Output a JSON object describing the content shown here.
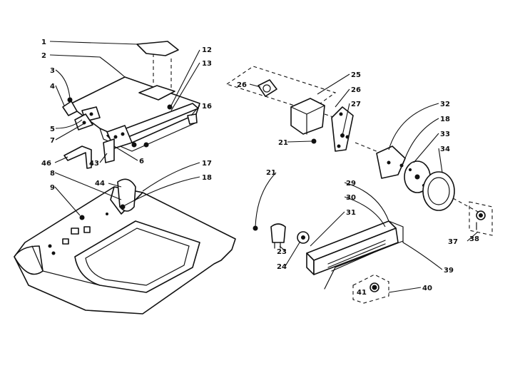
{
  "callouts": {
    "c1": "1",
    "c2": "2",
    "c3": "3",
    "c4": "4",
    "c5": "5",
    "c6": "6",
    "c7": "7",
    "c8": "8",
    "c9": "9",
    "c12": "12",
    "c13": "13",
    "c16": "16",
    "c17": "17",
    "c18a": "18",
    "c18b": "18",
    "c21a": "21",
    "c21b": "21",
    "c23": "23",
    "c24": "24",
    "c25": "25",
    "c26a": "26",
    "c26b": "26",
    "c27": "27",
    "c29": "29",
    "c30": "30",
    "c31": "31",
    "c32": "32",
    "c33": "33",
    "c34": "34",
    "c37": "37",
    "c38": "38",
    "c39": "39",
    "c40": "40",
    "c41": "41",
    "c43": "43",
    "c44": "44",
    "c46": "46"
  }
}
